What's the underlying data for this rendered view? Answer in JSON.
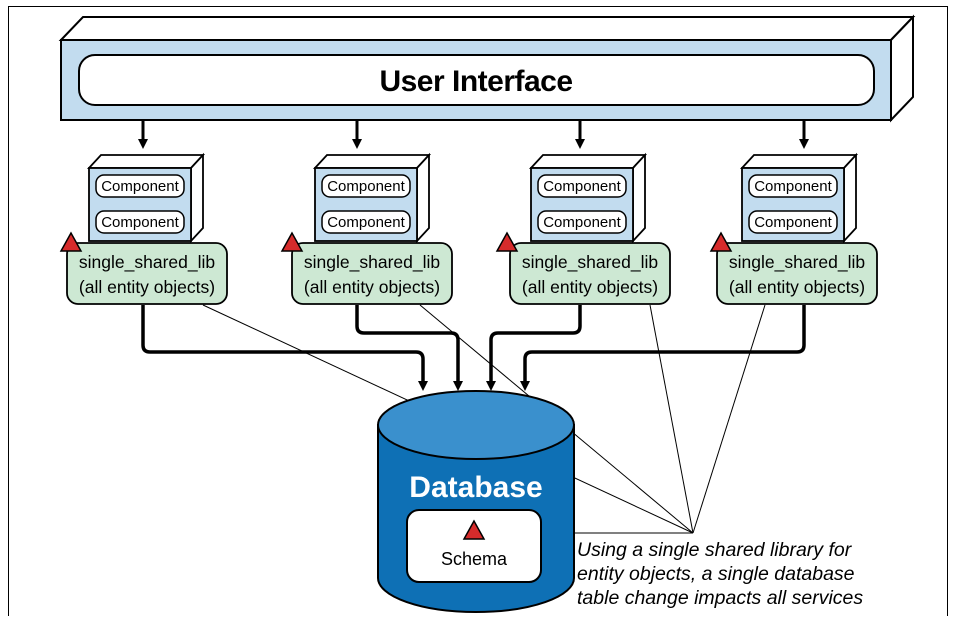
{
  "ui_box": {
    "label": "User Interface"
  },
  "services": [
    {
      "components": [
        "Component",
        "Component"
      ],
      "lib_line1": "single_shared_lib",
      "lib_line2": "(all entity objects)"
    },
    {
      "components": [
        "Component",
        "Component"
      ],
      "lib_line1": "single_shared_lib",
      "lib_line2": "(all entity objects)"
    },
    {
      "components": [
        "Component",
        "Component"
      ],
      "lib_line1": "single_shared_lib",
      "lib_line2": "(all entity objects)"
    },
    {
      "components": [
        "Component",
        "Component"
      ],
      "lib_line1": "single_shared_lib",
      "lib_line2": "(all entity objects)"
    }
  ],
  "database": {
    "label": "Database",
    "schema_label": "Schema"
  },
  "annotation": {
    "lines": [
      "Using a single shared library for",
      "entity objects, a single database",
      "table change impacts all services"
    ]
  },
  "colors": {
    "ui_fill": "#c2dcef",
    "service_fill": "#c2dcef",
    "lib_fill": "#cde8d3",
    "db_body": "#0e70b5",
    "db_top": "#3a90cd",
    "warning": "#d62b2b"
  }
}
